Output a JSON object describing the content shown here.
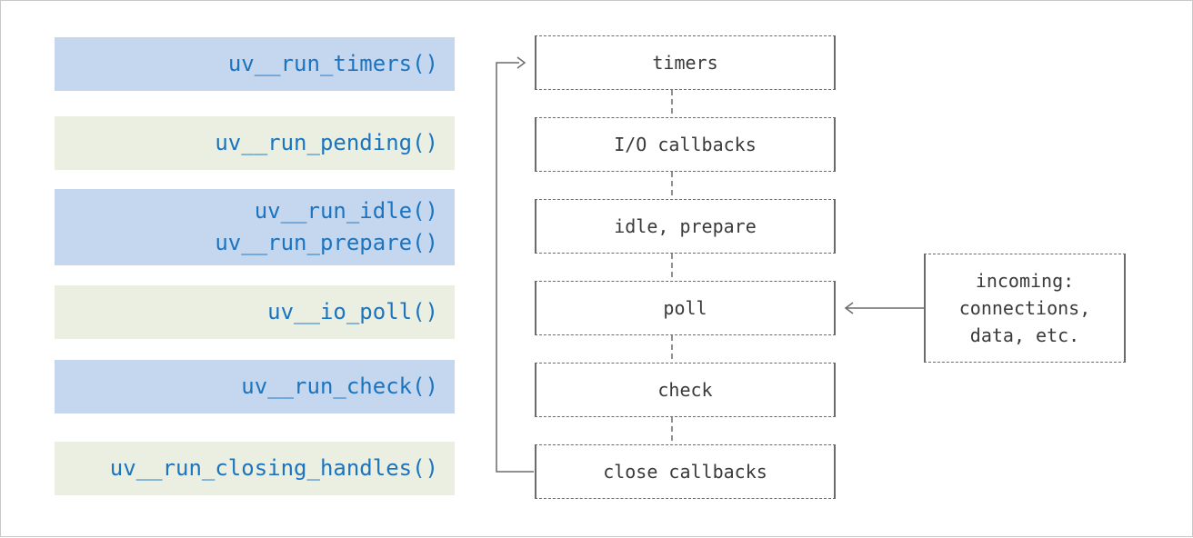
{
  "functions": [
    {
      "lines": [
        "uv__run_timers()"
      ],
      "style": "blue"
    },
    {
      "lines": [
        "uv__run_pending()"
      ],
      "style": "green"
    },
    {
      "lines": [
        "uv__run_idle()",
        "uv__run_prepare()"
      ],
      "style": "blue"
    },
    {
      "lines": [
        "uv__io_poll()"
      ],
      "style": "green"
    },
    {
      "lines": [
        "uv__run_check()"
      ],
      "style": "blue"
    },
    {
      "lines": [
        "uv__run_closing_handles()"
      ],
      "style": "green"
    }
  ],
  "phases": [
    {
      "label": "timers"
    },
    {
      "label": "I/O callbacks"
    },
    {
      "label": "idle, prepare"
    },
    {
      "label": "poll"
    },
    {
      "label": "check"
    },
    {
      "label": "close callbacks"
    }
  ],
  "incoming": {
    "lines": [
      "incoming:",
      "connections,",
      "data, etc."
    ]
  },
  "colors": {
    "function_text": "#1b74c0",
    "function_bg_blue": "#c5d7ef",
    "function_bg_green": "#ebefe1",
    "box_border": "#6b6b6b",
    "text": "#3a3a3a"
  }
}
